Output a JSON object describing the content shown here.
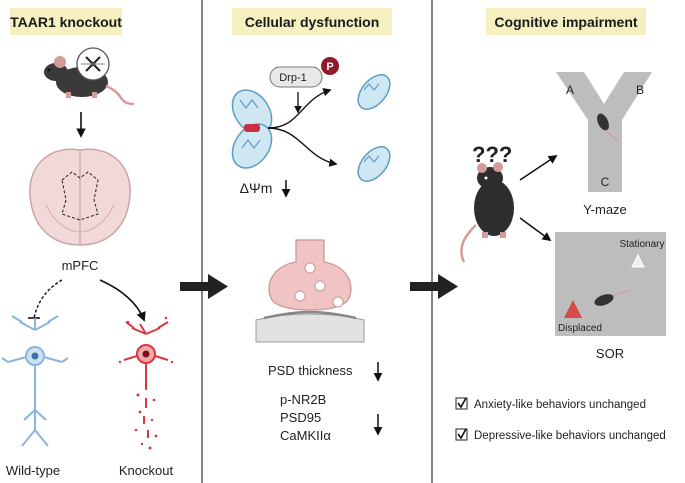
{
  "panels": {
    "left": {
      "title": "TAAR1 knockout",
      "region_label": "mPFC",
      "neuron_wt_label": "Wild-type",
      "neuron_ko_label": "Knockout"
    },
    "middle": {
      "title": "Cellular dysfunction",
      "drp1_label": "Drp-1",
      "phospho_label": "P",
      "membrane_potential_label": "ΔΨm",
      "psd_label": "PSD thickness",
      "proteins": [
        "p-NR2B",
        "PSD95",
        "CaMKIIα"
      ]
    },
    "right": {
      "title": "Cognitive impairment",
      "question_marks": "???",
      "ymaze": {
        "label": "Y-maze",
        "arm_a": "A",
        "arm_b": "B",
        "arm_c": "C"
      },
      "sor": {
        "label": "SOR",
        "stationary": "Stationary",
        "displaced": "Displaced"
      },
      "checks": [
        "Anxiety-like behaviors unchanged",
        "Depressive-like behaviors unchanged"
      ]
    }
  },
  "colors": {
    "title_bg": "#f6efc0",
    "mito": "#7fb7d6",
    "neuron_wt": "#8ab4e0",
    "neuron_ko": "#d9363e",
    "synapse": "#f1c4c4",
    "ymaze": "#bdbdbd",
    "sor": "#bdbdbd",
    "triangle_red": "#d94a4a",
    "triangle_white": "#eef2f8"
  }
}
